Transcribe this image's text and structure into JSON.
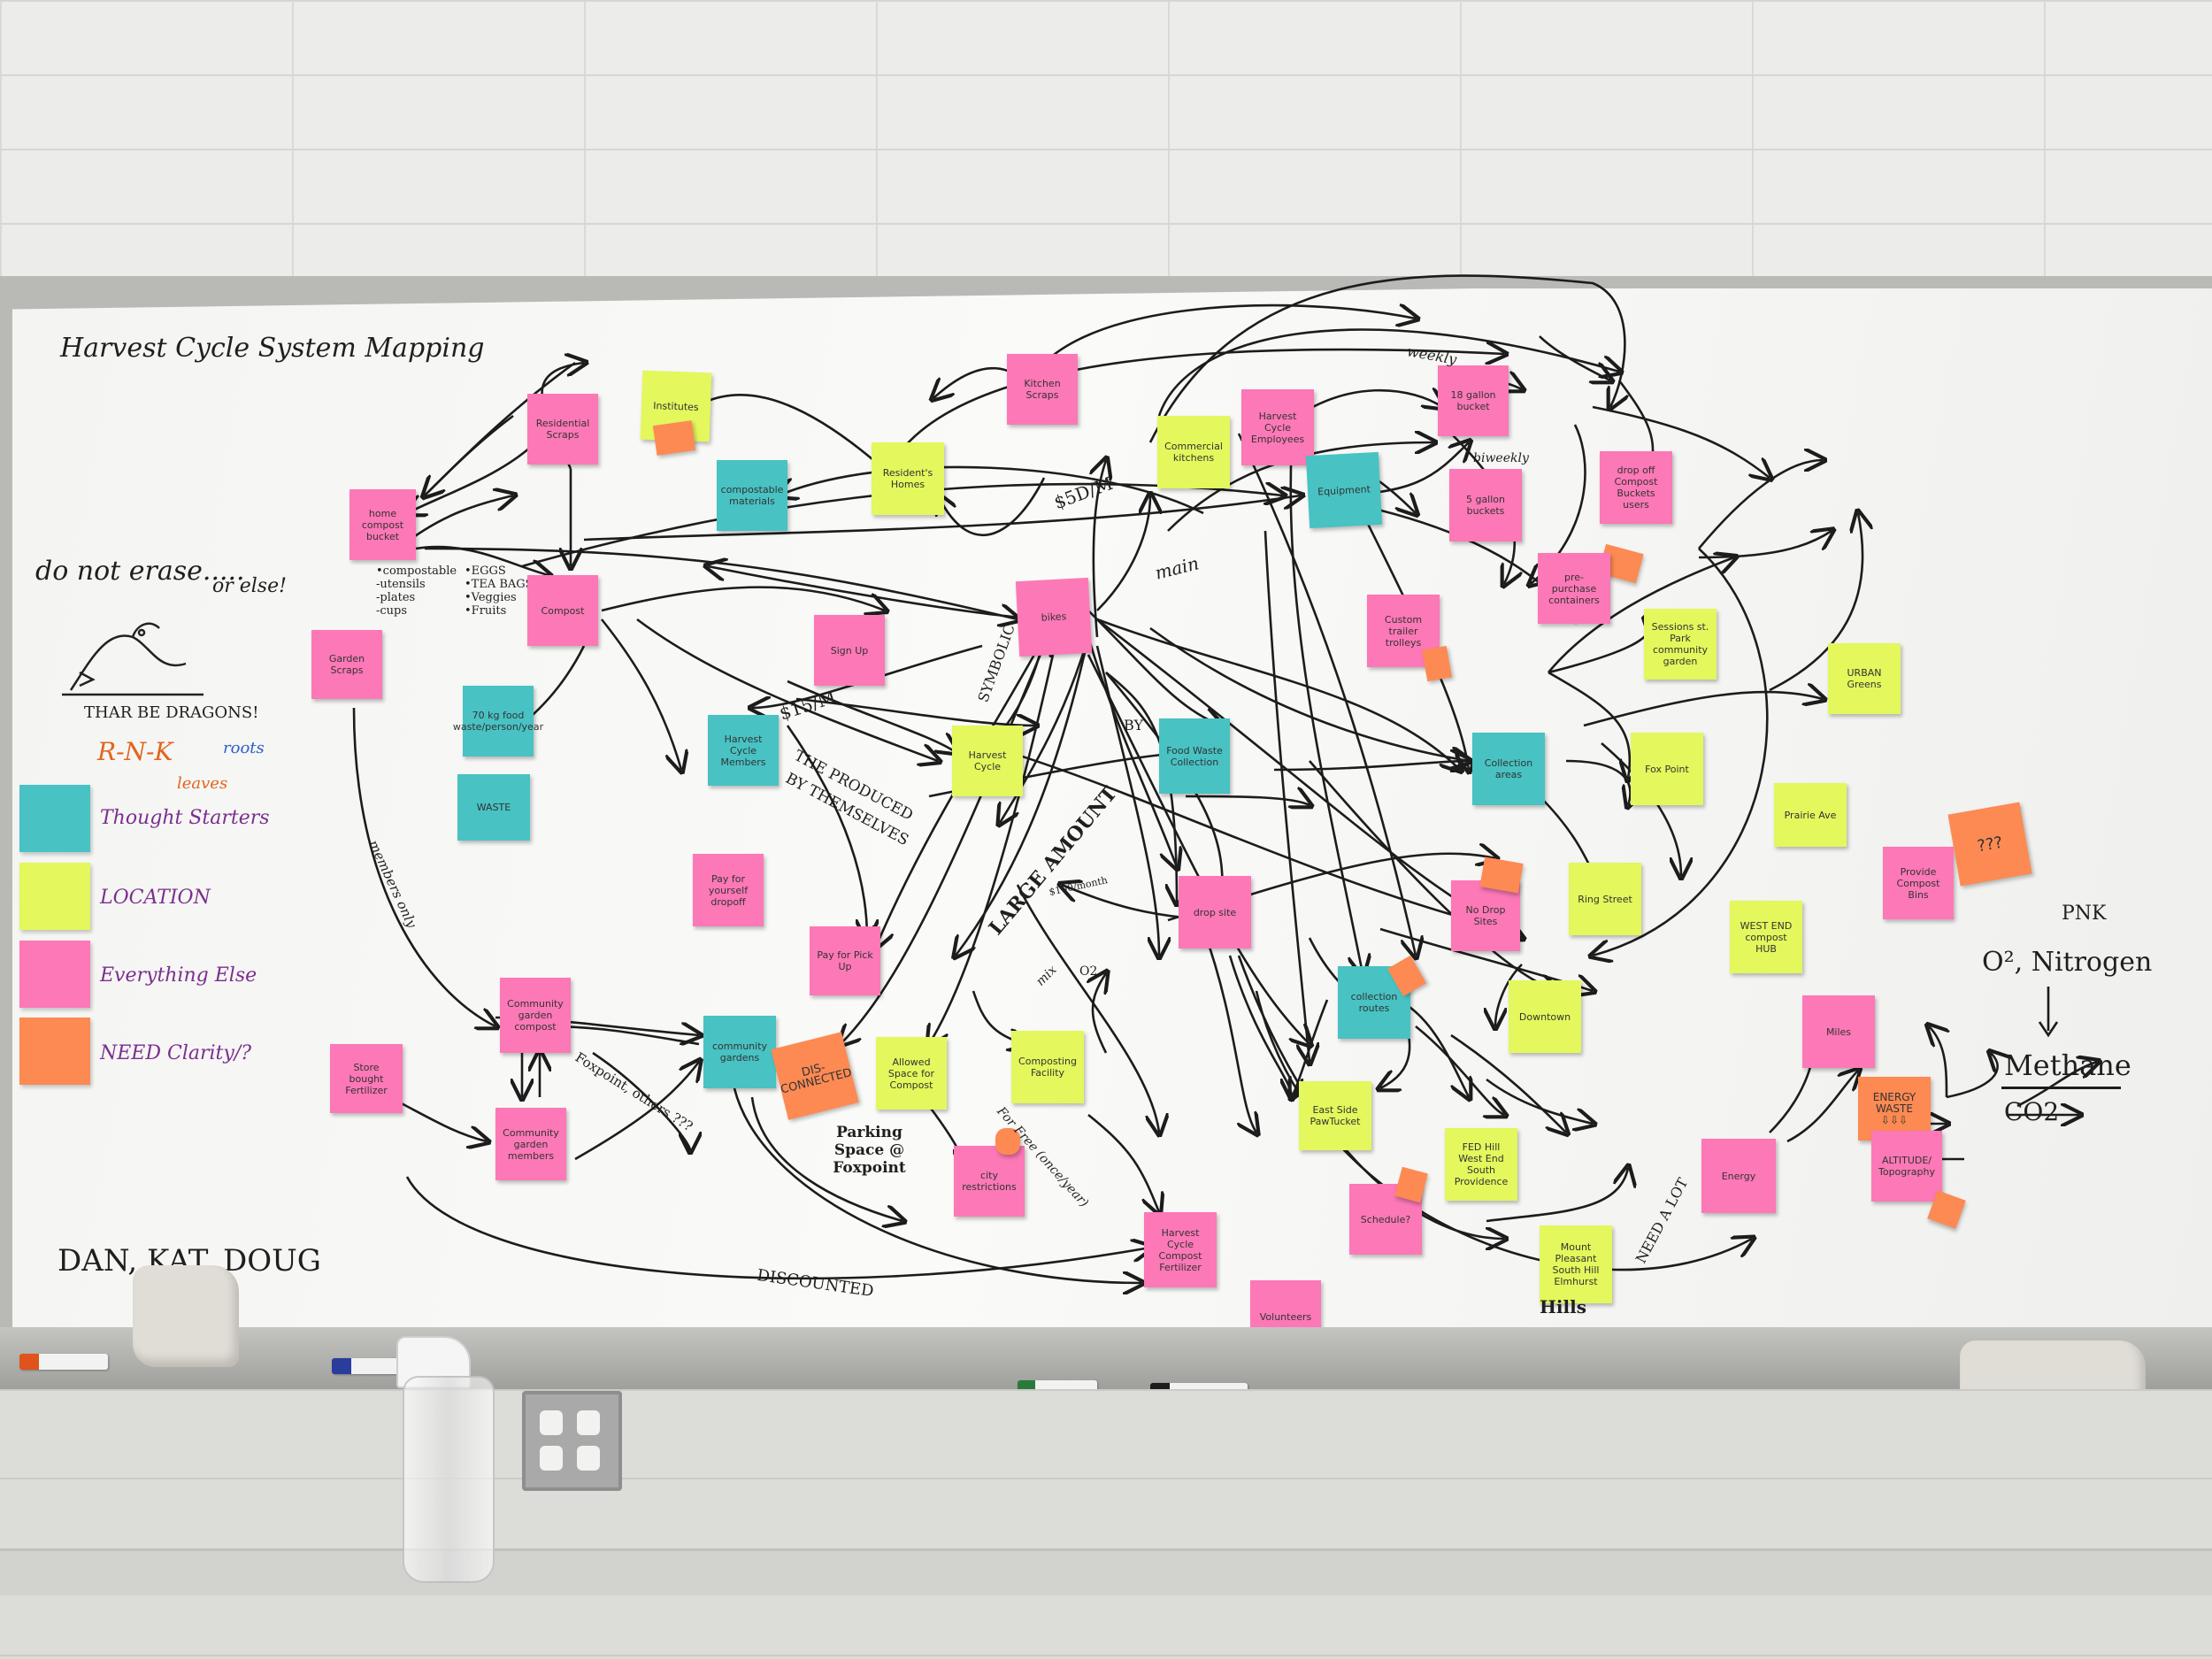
{
  "board": {
    "title": "Harvest Cycle System Mapping",
    "warning_1": "do not erase.....",
    "warning_2": "or else!",
    "dragons": "THAR BE DRAGONS!",
    "brand": "R-N-K",
    "brand_roots": "roots",
    "brand_leaves": "leaves",
    "authors": "DAN, KAT, DOUG"
  },
  "legend": {
    "items": [
      {
        "label": "Thought Starters",
        "color": "#48c2c3"
      },
      {
        "label": "LOCATION",
        "color": "#e4f75c"
      },
      {
        "label": "Everything Else",
        "color": "#fc78b6"
      },
      {
        "label": "NEED Clarity/?",
        "color": "#fc8a52"
      }
    ]
  },
  "compostables": {
    "col1": [
      "•compostable",
      "-utensils",
      "-plates",
      "-cups"
    ],
    "col2": [
      "•EGGS",
      "•TEA BAGS",
      "•Veggies",
      "•Fruits"
    ]
  },
  "notes": [
    {
      "text": "Residential Scraps",
      "color": "pink"
    },
    {
      "text": "Institutes",
      "color": "yellow"
    },
    {
      "text": "home compost bucket",
      "color": "pink"
    },
    {
      "text": "compostable materials",
      "color": "teal"
    },
    {
      "text": "Resident's Homes",
      "color": "yellow"
    },
    {
      "text": "Kitchen Scraps",
      "color": "pink"
    },
    {
      "text": "Commercial kitchens",
      "color": "yellow"
    },
    {
      "text": "Harvest Cycle Employees",
      "color": "pink"
    },
    {
      "text": "18 gallon bucket",
      "color": "pink"
    },
    {
      "text": "Equipment",
      "color": "teal"
    },
    {
      "text": "5 gallon buckets",
      "color": "pink"
    },
    {
      "text": "drop off Compost Buckets users",
      "color": "pink"
    },
    {
      "text": "Compost",
      "color": "pink"
    },
    {
      "text": "Garden Scraps",
      "color": "pink"
    },
    {
      "text": "Sign Up",
      "color": "pink"
    },
    {
      "text": "bikes",
      "color": "pink"
    },
    {
      "text": "Custom trailer trolleys",
      "color": "pink"
    },
    {
      "text": "pre-purchase containers",
      "color": "pink"
    },
    {
      "text": "Sessions st. Park community garden",
      "color": "yellow"
    },
    {
      "text": "70 kg food waste/person/year",
      "color": "teal"
    },
    {
      "text": "WASTE",
      "color": "teal"
    },
    {
      "text": "Harvest Cycle Members",
      "color": "teal"
    },
    {
      "text": "Harvest Cycle",
      "color": "yellow"
    },
    {
      "text": "Food Waste Collection",
      "color": "teal"
    },
    {
      "text": "Collection areas",
      "color": "teal"
    },
    {
      "text": "URBAN Greens",
      "color": "yellow"
    },
    {
      "text": "Fox Point",
      "color": "yellow"
    },
    {
      "text": "Prairie Ave",
      "color": "yellow"
    },
    {
      "text": "Pay for yourself dropoff",
      "color": "pink"
    },
    {
      "text": "Pay for Pick Up",
      "color": "pink"
    },
    {
      "text": "drop site",
      "color": "pink"
    },
    {
      "text": "No Drop Sites",
      "color": "pink"
    },
    {
      "text": "Ring Street",
      "color": "yellow"
    },
    {
      "text": "WEST END compost HUB",
      "color": "yellow"
    },
    {
      "text": "Provide Compost Bins",
      "color": "pink"
    },
    {
      "text": "???",
      "color": "orange"
    },
    {
      "text": "Community garden compost",
      "color": "pink"
    },
    {
      "text": "community gardens",
      "color": "teal"
    },
    {
      "text": "DIS-CONNECTED",
      "color": "orange"
    },
    {
      "text": "Allowed Space for Compost",
      "color": "yellow"
    },
    {
      "text": "Composting Facility",
      "color": "yellow"
    },
    {
      "text": "collection routes",
      "color": "teal"
    },
    {
      "text": "Downtown",
      "color": "yellow"
    },
    {
      "text": "Miles",
      "color": "pink"
    },
    {
      "text": "Store bought Fertilizer",
      "color": "pink"
    },
    {
      "text": "Community garden members",
      "color": "pink"
    },
    {
      "text": "city restrictions",
      "color": "pink"
    },
    {
      "text": "East Side PawTucket",
      "color": "yellow"
    },
    {
      "text": "FED Hill West End South Providence",
      "color": "yellow"
    },
    {
      "text": "Energy",
      "color": "pink"
    },
    {
      "text": "ENERGY WASTE ⇩⇩⇩",
      "color": "orange"
    },
    {
      "text": "ALTITUDE/ Topography",
      "color": "pink"
    },
    {
      "text": "Harvest Cycle Compost Fertilizer",
      "color": "pink"
    },
    {
      "text": "Schedule?",
      "color": "pink"
    },
    {
      "text": "Mount Pleasant South Hill Elmhurst",
      "color": "yellow"
    },
    {
      "text": "Volunteers",
      "color": "pink"
    }
  ],
  "annotations": {
    "weekly": "weekly",
    "biweekly": "biweekly",
    "price_month": "$5D/M",
    "main": "main",
    "price_15": "$15/M",
    "symbolic": "SYMBOLIC",
    "by": "BY",
    "produced": "THE PRODUCED",
    "by_themselves": "BY THEMSELVES",
    "large_amount": "LARGE AMOUNT",
    "per_month": "$100/month",
    "members_only": "members only",
    "foxpoint": "Foxpoint, others ???",
    "parking": "Parking Space @ Foxpoint",
    "for_free": "For Free (once/year)",
    "discounted": "DISCOUNTED",
    "mix": "mix",
    "o2_small": "O2",
    "need_a_lot": "NEED A LOT",
    "hills": "Hills",
    "pnk": "PNK",
    "o2_nitrogen": "O², Nitrogen",
    "methane": "Methane",
    "co2": "CO2"
  }
}
